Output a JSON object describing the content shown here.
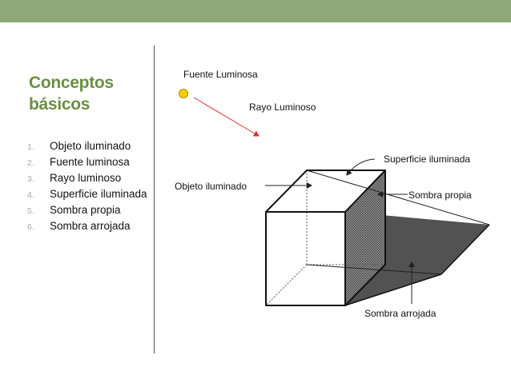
{
  "slide": {
    "title_lines": [
      "Conceptos",
      "básicos"
    ],
    "list": [
      {
        "num": "1.",
        "text": "Objeto iluminado"
      },
      {
        "num": "2.",
        "text": "Fuente luminosa"
      },
      {
        "num": "3.",
        "text": "Rayo luminoso"
      },
      {
        "num": "4.",
        "text": "Superficie iluminada"
      },
      {
        "num": "5.",
        "text": "Sombra propia"
      },
      {
        "num": "6.",
        "text": "Sombra arrojada"
      }
    ],
    "colors": {
      "accent_green": "#6a8f41",
      "top_bar": "#8fa878",
      "light_source": "#f5d000",
      "ray": "#e03030"
    }
  },
  "diagram": {
    "labels": {
      "fuente_luminosa": "Fuente Luminosa",
      "rayo_luminoso": "Rayo Luminoso",
      "superficie_iluminada": "Superficie iluminada",
      "objeto_iluminado": "Objeto iluminado",
      "sombra_propia": "Sombra propia",
      "sombra_arrojada": "Sombra arrojada"
    }
  }
}
